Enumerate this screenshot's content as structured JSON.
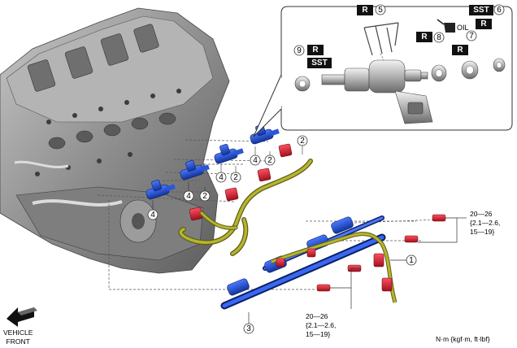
{
  "callouts": {
    "n1": "1",
    "n2": "2",
    "n3": "3",
    "n4": "4",
    "n5": "5",
    "n6": "6",
    "n7": "7",
    "n8": "8",
    "n9": "9"
  },
  "tags": {
    "R": "R",
    "SST": "SST"
  },
  "oil_label": "OIL",
  "torque_upper": [
    "20—26",
    "{2.1—2.6,",
    "15—19}"
  ],
  "torque_lower": [
    "20—26",
    "{2.1—2.6,",
    "15—19}"
  ],
  "units": "N·m {kgf·m, ft·lbf}",
  "vehicle_front": [
    "VEHICLE",
    "FRONT"
  ],
  "colors": {
    "injector_blue": "#1e4bc8",
    "seal_red": "#d41a28",
    "harness_olive": "#8a8a1e",
    "engine_gray": "#9a9a9a"
  }
}
